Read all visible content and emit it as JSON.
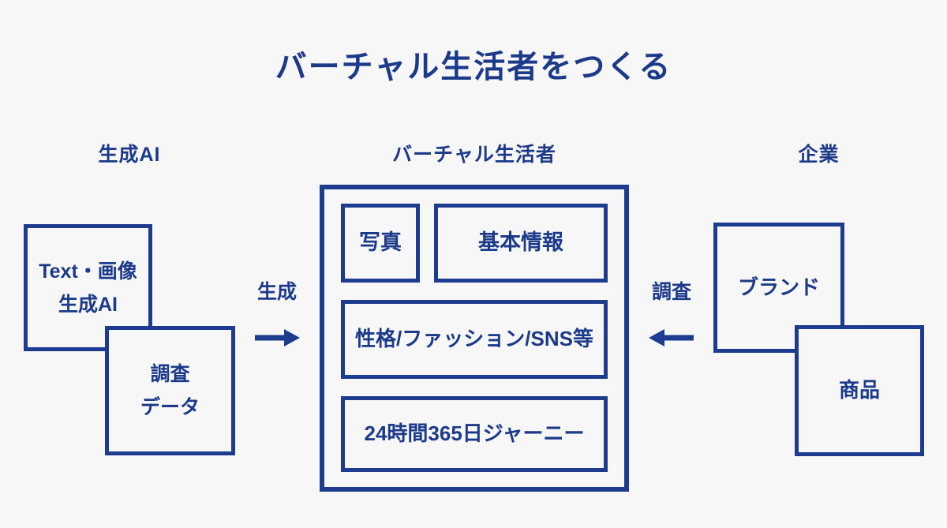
{
  "title": "バーチャル生活者をつくる",
  "columns": {
    "left_label": "生成AI",
    "center_label": "バーチャル生活者",
    "right_label": "企業"
  },
  "left_group": {
    "ai_box_line1": "Text・画像",
    "ai_box_line2": "生成AI",
    "survey_box_line1": "調査",
    "survey_box_line2": "データ"
  },
  "center_group": {
    "photo": "写真",
    "basic_info": "基本情報",
    "personality": "性格/ファッション/SNS等",
    "journey": "24時間365日ジャーニー"
  },
  "right_group": {
    "brand": "ブランド",
    "product": "商品"
  },
  "arrows": {
    "generate_label": "生成",
    "survey_label": "調査",
    "generate_direction": "right",
    "survey_direction": "left"
  },
  "colors": {
    "background": "#f7f7f8",
    "navy": "#1e3c8f",
    "text": "#1c3a8a"
  }
}
